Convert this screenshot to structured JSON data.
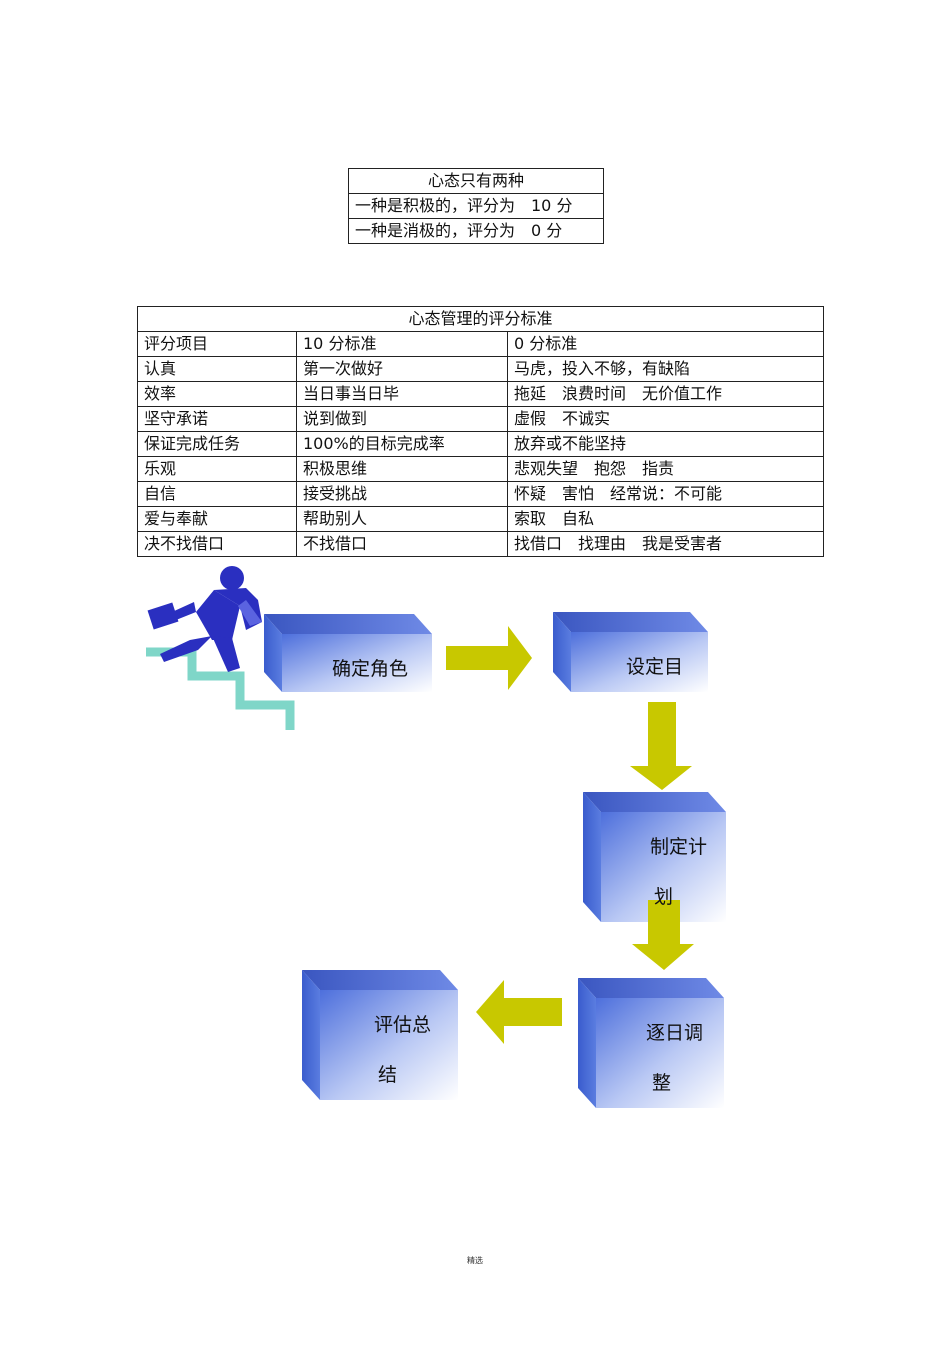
{
  "mindset_table": {
    "title": "心态只有两种",
    "rows": [
      "一种是积极的，评分为　10 分",
      "一种是消极的，评分为　0 分"
    ]
  },
  "score_table": {
    "title": "心态管理的评分标准",
    "header": [
      "评分项目",
      "10 分标准",
      "0 分标准"
    ],
    "rows": [
      [
        "认真",
        "第一次做好",
        "马虎，投入不够，有缺陷"
      ],
      [
        "效率",
        "当日事当日毕",
        "拖延　浪费时间　无价值工作"
      ],
      [
        "坚守承诺",
        "说到做到",
        "虚假　不诚实"
      ],
      [
        "保证完成任务",
        "100%的目标完成率",
        "放弃或不能坚持"
      ],
      [
        "乐观",
        "积极思维",
        "悲观失望　抱怨　指责"
      ],
      [
        "自信",
        "接受挑战",
        "怀疑　害怕　经常说：不可能"
      ],
      [
        "爱与奉献",
        "帮助别人",
        "索取　自私"
      ],
      [
        "决不找借口",
        "不找借口",
        "找借口　找理由　我是受害者"
      ]
    ]
  },
  "flow": {
    "steps": [
      {
        "line1": "确定角色",
        "line2": ""
      },
      {
        "line1": "设定目",
        "line2": ""
      },
      {
        "line1": "制定计",
        "line2": "划"
      },
      {
        "line1": "逐日调",
        "line2": "整"
      },
      {
        "line1": "评估总",
        "line2": "结"
      }
    ],
    "icons": [
      "running-businessman-icon",
      "stairs-icon"
    ],
    "colors": {
      "arrow": "#c8c800",
      "box_front": "#5a7de0",
      "box_top": "#3f5fc8",
      "stairs": "#7fd6c8",
      "figure": "#2a2fc0"
    }
  },
  "footer": "精选"
}
